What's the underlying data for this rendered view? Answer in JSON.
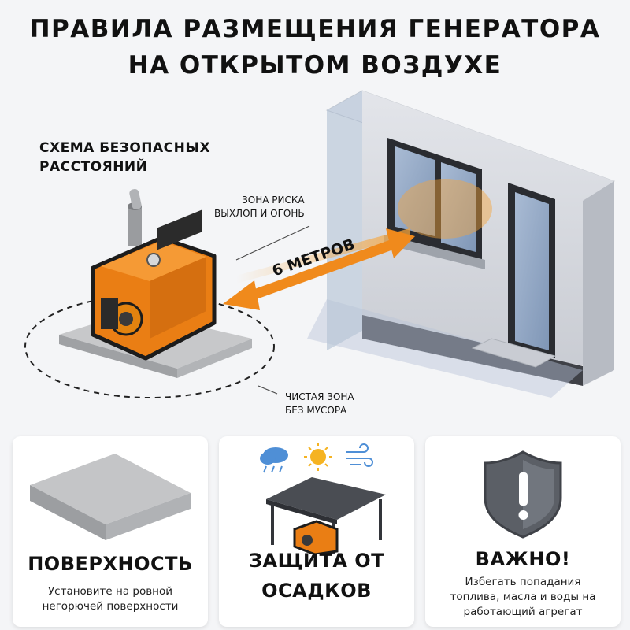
{
  "header": {
    "title_line1": "ПРАВИЛА РАЗМЕЩЕНИЯ ГЕНЕРАТОРА",
    "title_line2": "НА ОТКРЫТОМ ВОЗДУХЕ"
  },
  "scene": {
    "schema_line1": "СХЕМА БЕЗОПАСНЫХ",
    "schema_line2": "РАССТОЯНИЙ",
    "risk_line1": "ЗОНА РИСКА",
    "risk_line2": "ВЫХЛОП И ОГОНЬ",
    "distance_label": "6 МЕТРОВ",
    "clean_line1": "ЧИСТАЯ ЗОНА",
    "clean_line2": "БЕЗ МУСОРА"
  },
  "cards": [
    {
      "title": "ПОВЕРХНОСТЬ",
      "text_line1": "Установите на ровной",
      "text_line2": "негорючей поверхности"
    },
    {
      "title_line1": "ЗАЩИТА ОТ",
      "title_line2": "ОСАДКОВ"
    },
    {
      "title": "ВАЖНО!",
      "text_line1": "Избегать попадания",
      "text_line2": "топлива, масла и воды на",
      "text_line3": "работающий агрегат"
    }
  ],
  "colors": {
    "accent_orange": "#f08a1c",
    "frame_dark": "#222222",
    "wall_gray": "#d9dbe0",
    "glass_blue": "#8fa6c4"
  }
}
